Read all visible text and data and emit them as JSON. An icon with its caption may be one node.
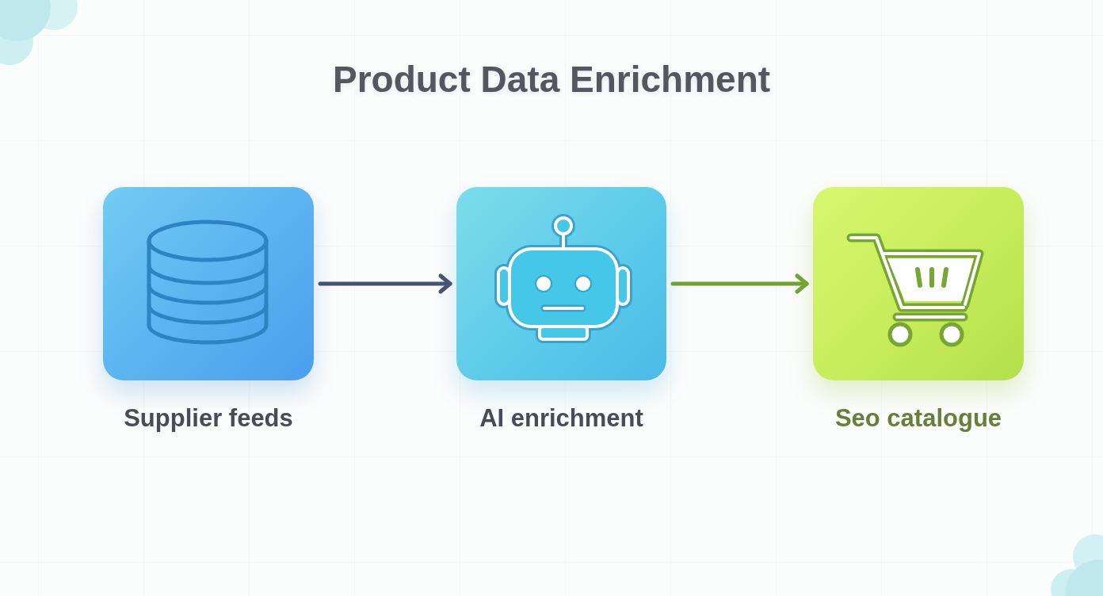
{
  "diagram": {
    "title": "Product Data Enrichment",
    "nodes": [
      {
        "text": [
          "Supplier feeds"
        ]
      },
      {
        "text": [
          "AI enrichment"
        ]
      },
      {
        "text": [
          "Seo catalogue"
        ]
      }
    ],
    "edges": [
      {
        "from": 0,
        "to": 1,
        "arrow": "to"
      },
      {
        "from": 1,
        "to": 2,
        "arrow": "to",
        "color": "#72a232"
      }
    ]
  }
}
